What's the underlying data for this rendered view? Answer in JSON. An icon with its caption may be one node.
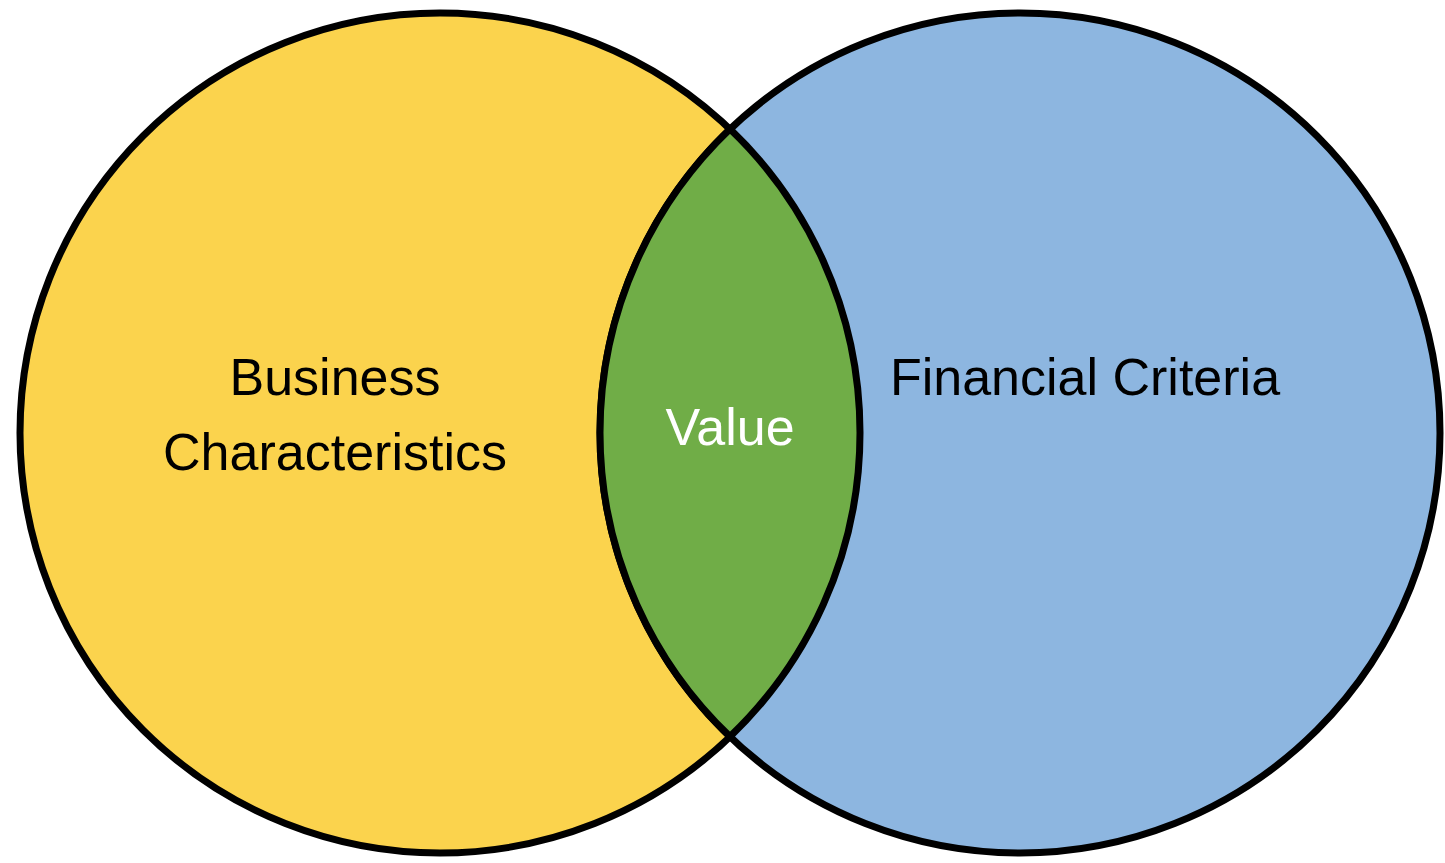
{
  "diagram": {
    "nodes": [
      {
        "text": [
          "Business Characteristics"
        ]
      },
      {
        "text": [
          "Financial Criteria"
        ]
      },
      {
        "text": [
          "Value"
        ]
      }
    ]
  }
}
